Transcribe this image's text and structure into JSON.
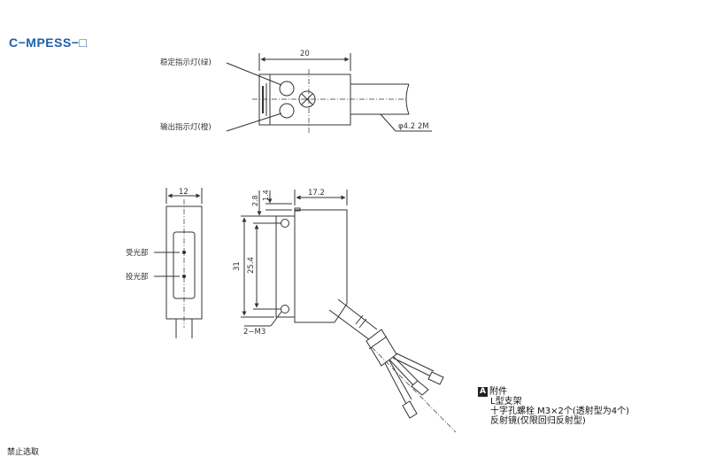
{
  "title": "C−MPESS−□",
  "top_view": {
    "width_dim": "20",
    "stability_label": "稳定指示灯(绿)",
    "output_label": "输出指示灯(橙)",
    "cable_label": "φ4.2 2M"
  },
  "side_view": {
    "width_dim": "12",
    "receiver_label": "受光部",
    "emitter_label": "投光部"
  },
  "front_view": {
    "depth_dim": "17.2",
    "dim_1_4": "1.4",
    "dim_2_8": "2.8",
    "height_dim": "31",
    "hole_pitch_dim": "25.4",
    "screw_label": "2−M3"
  },
  "accessories": {
    "badge": "A",
    "heading": "附件",
    "items": [
      "L型支架",
      "十字孔螺栓 M3×2个(透射型为4个)",
      "反射镜(仅限回归反射型)"
    ]
  },
  "bottom_text": "禁止选取"
}
